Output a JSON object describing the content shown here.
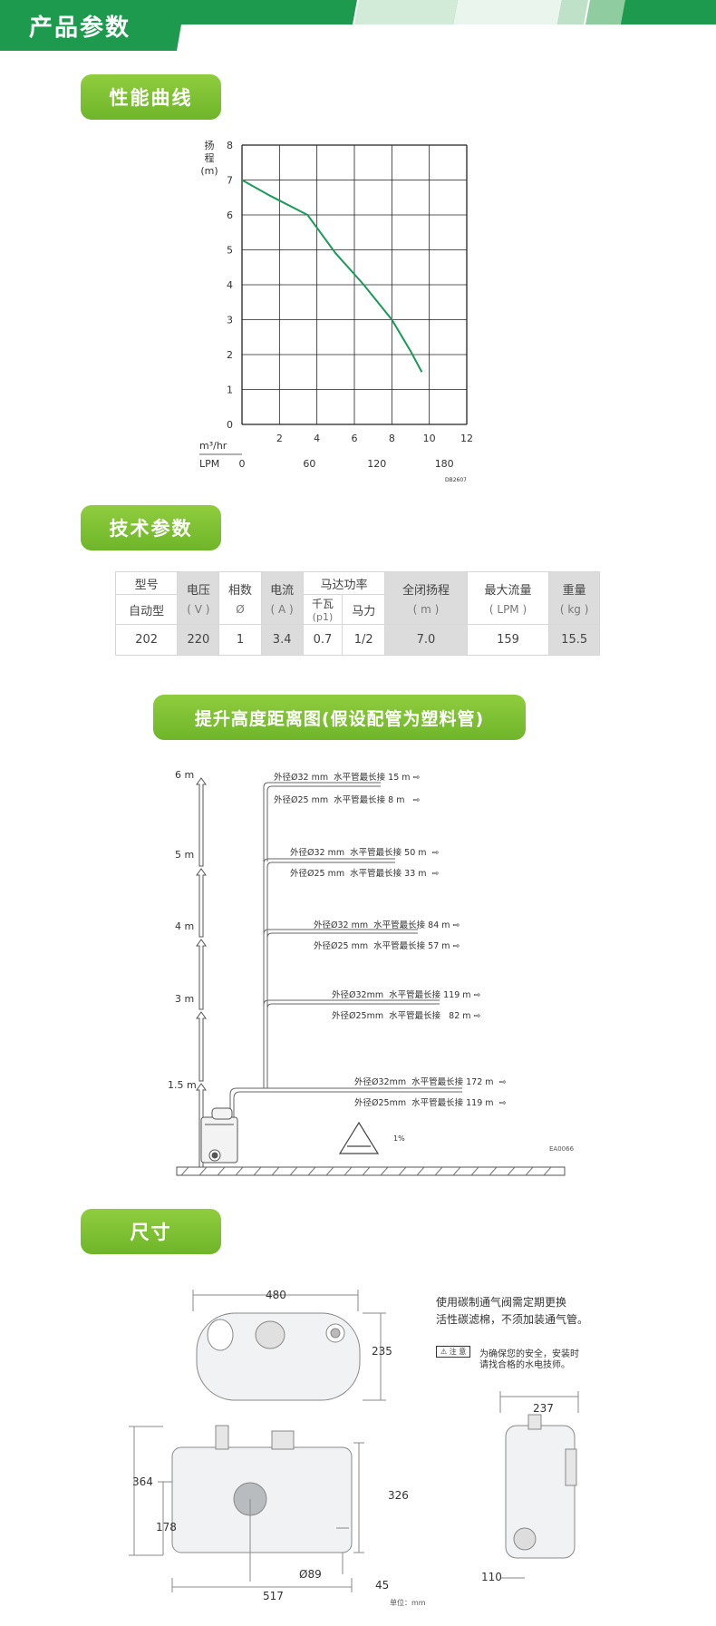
{
  "header": {
    "title": "产品参数"
  },
  "sections": {
    "curve": "性能曲线",
    "specs": "技术参数",
    "lift": "提升高度距离图(假设配管为塑料管)",
    "dims": "尺寸"
  },
  "chart_data": {
    "type": "line",
    "ylabel": "扬\n程\n(m)",
    "y_ticks": [
      "0",
      "1",
      "2",
      "3",
      "4",
      "5",
      "6",
      "7",
      "8"
    ],
    "ylim": [
      0,
      8
    ],
    "x_unit_top": "m³/hr",
    "x_ticks_top": [
      "2",
      "4",
      "6",
      "8",
      "10",
      "12"
    ],
    "xlim": [
      0,
      12
    ],
    "x_unit_bottom": "LPM",
    "x_ticks_bottom": [
      "0",
      "60",
      "120",
      "180"
    ],
    "series": [
      {
        "color": "#1a9a5a",
        "x": [
          0,
          1.5,
          3.5,
          5,
          6.5,
          8,
          9,
          9.6
        ],
        "y": [
          7,
          6.55,
          6,
          4.9,
          4.0,
          3.0,
          2.1,
          1.5
        ]
      }
    ],
    "grid": true,
    "code": "DB2607"
  },
  "spec_table": {
    "h_model": "型号",
    "h_auto": "自动型",
    "h_voltage": "电压",
    "u_voltage": "( V )",
    "h_phase": "相数",
    "u_phase": "Ø",
    "h_current": "电流",
    "u_current": "( A )",
    "h_motor": "马达功率",
    "h_kw": "千瓦",
    "h_p1": "(p1)",
    "h_hp": "马力",
    "h_head": "全闭扬程",
    "u_head": "( m )",
    "h_flow": "最大流量",
    "u_flow": "( LPM )",
    "h_weight": "重量",
    "u_weight": "( kg )",
    "row": {
      "model": "202",
      "voltage": "220",
      "phase": "1",
      "current": "3.4",
      "kw": "0.7",
      "hp": "1/2",
      "head": "7.0",
      "flow": "159",
      "weight": "15.5"
    }
  },
  "lift": {
    "levels": [
      {
        "height": "6 m",
        "line1": "外径Ø32 mm  水平管最长接 15 m ⇨",
        "line2": "外径Ø25 mm  水平管最长接 8 m   ⇨"
      },
      {
        "height": "5 m",
        "line1": "外径Ø32 mm  水平管最长接 50 m  ⇨",
        "line2": "外径Ø25 mm  水平管最长接 33 m  ⇨"
      },
      {
        "height": "4 m",
        "line1": "外径Ø32 mm  水平管最长接 84 m ⇨",
        "line2": "外径Ø25 mm  水平管最长接 57 m ⇨"
      },
      {
        "height": "3 m",
        "line1": "外径Ø32mm  水平管最长接 119 m ⇨",
        "line2": "外径Ø25mm  水平管最长接   82 m ⇨"
      },
      {
        "height": "1.5 m",
        "line1": "外径Ø32mm  水平管最长接 172 m  ⇨",
        "line2": "外径Ø25mm  水平管最长接 119 m  ⇨"
      }
    ],
    "slope": "1%",
    "code": "EA0066"
  },
  "dims": {
    "top_width": "480",
    "top_depth": "235",
    "note1": "使用碳制通气阀需定期更换",
    "note2": "活性碳滤棉，不须加装通气管。",
    "warn_badge": "⚠ 注 意",
    "warn1": "为确保您的安全，安装时",
    "warn2": "请找合格的水电技师。",
    "side_width": "237",
    "side_bottom": "110",
    "front_height": "364",
    "front_inlet": "178",
    "front_body": "326",
    "front_dia": "Ø89",
    "front_width": "517",
    "front_foot": "45",
    "unit": "单位：mm"
  }
}
